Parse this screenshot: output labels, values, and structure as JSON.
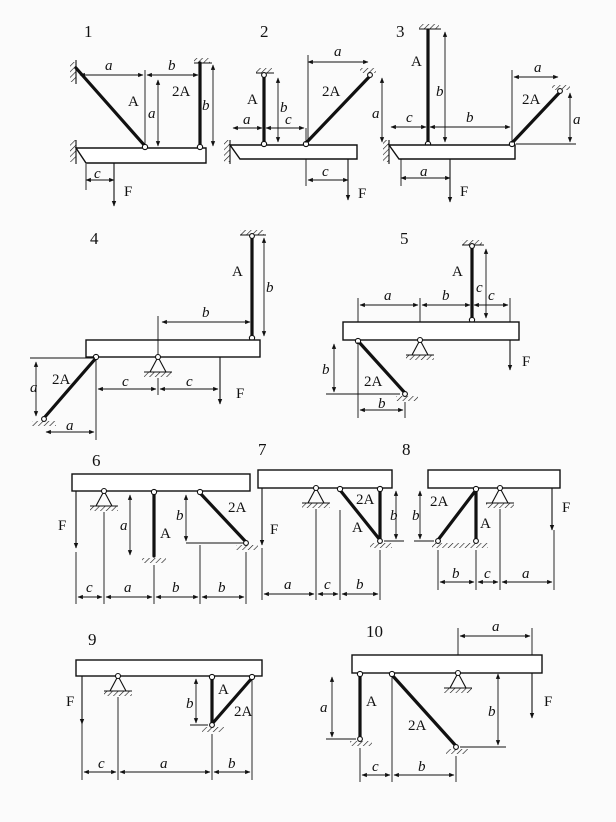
{
  "schemes": [
    {
      "number": "1",
      "labels": {
        "a": "a",
        "b": "b",
        "c": "c",
        "A": "A",
        "A2": "2A",
        "F": "F"
      }
    },
    {
      "number": "2",
      "labels": {
        "a": "a",
        "b": "b",
        "c": "c",
        "A": "A",
        "A2": "2A",
        "F": "F"
      }
    },
    {
      "number": "3",
      "labels": {
        "a": "a",
        "b": "b",
        "c": "c",
        "A": "A",
        "A2": "2A",
        "F": "F"
      }
    },
    {
      "number": "4",
      "labels": {
        "a": "a",
        "b": "b",
        "c": "c",
        "A": "A",
        "A2": "2A",
        "F": "F"
      }
    },
    {
      "number": "5",
      "labels": {
        "a": "a",
        "b": "b",
        "c": "c",
        "A": "A",
        "A2": "2A",
        "F": "F"
      }
    },
    {
      "number": "6",
      "labels": {
        "a": "a",
        "b": "b",
        "c": "c",
        "A": "A",
        "A2": "2A",
        "F": "F"
      }
    },
    {
      "number": "7",
      "labels": {
        "a": "a",
        "b": "b",
        "c": "c",
        "A": "A",
        "A2": "2A",
        "F": "F"
      }
    },
    {
      "number": "8",
      "labels": {
        "a": "a",
        "b": "b",
        "c": "c",
        "A": "A",
        "A2": "2A",
        "F": "F"
      }
    },
    {
      "number": "9",
      "labels": {
        "a": "a",
        "b": "b",
        "c": "c",
        "A": "A",
        "A2": "2A",
        "F": "F"
      }
    },
    {
      "number": "10",
      "labels": {
        "a": "a",
        "b": "b",
        "c": "c",
        "A": "A",
        "A2": "2A",
        "F": "F"
      }
    }
  ]
}
